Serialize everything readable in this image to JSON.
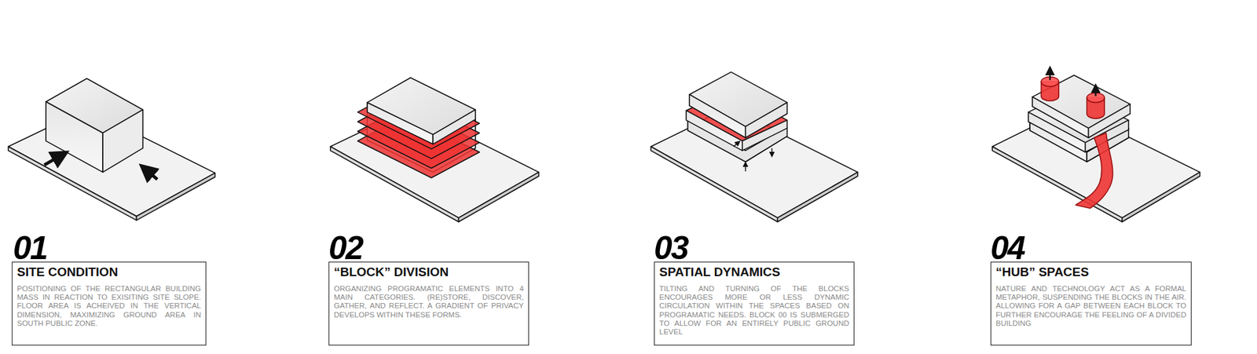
{
  "diagram": {
    "nodes": [
      {
        "text": [
          "SITE CONDITION",
          "POSITIONING OF THE RECTANGULAR BUILDING MASS IN REACTION TO EXISITING SITE SLOPE. FLOOR AREA IS ACHEIVED IN THE VERTICAL DIMENSION, MAXIMIZING GROUND AREA IN SOUTH PUBLIC ZONE."
        ]
      },
      {
        "text": [
          "“BLOCK” DIVISION",
          "ORGANIZING PROGRAMATIC ELEMENTS INTO 4 MAIN CATEGORIES. (RE)STORE, DISCOVER, GATHER, AND REFLECT. A GRADIENT OF PRIVACY DEVELOPS WITHIN THESE FORMS."
        ]
      },
      {
        "text": [
          "SPATIAL DYNAMICS",
          "TILTING AND TURNING OF THE BLOCKS ENCOURAGES MORE OR LESS DYNAMIC CIRCULATION WITHIN THE SPACES BASED ON PROGRAMATIC NEEDS. BLOCK 00 IS SUBMERGED TO ALLOW FOR AN ENTIRELY PUBLIC GROUND LEVEL"
        ]
      },
      {
        "text": [
          "“HUB” SPACES",
          "NATURE AND TECHNOLOGY ACT AS A FORMAL METAPHOR, SUSPENDING THE BLOCKS IN THE AIR. ALLOWING FOR A GAP BETWEEN EACH BLOCK TO FURTHER ENCOURAGE THE FEELING OF A DIVIDED BUILDING"
        ]
      }
    ],
    "labels": [
      "01",
      "02",
      "03",
      "04"
    ]
  }
}
